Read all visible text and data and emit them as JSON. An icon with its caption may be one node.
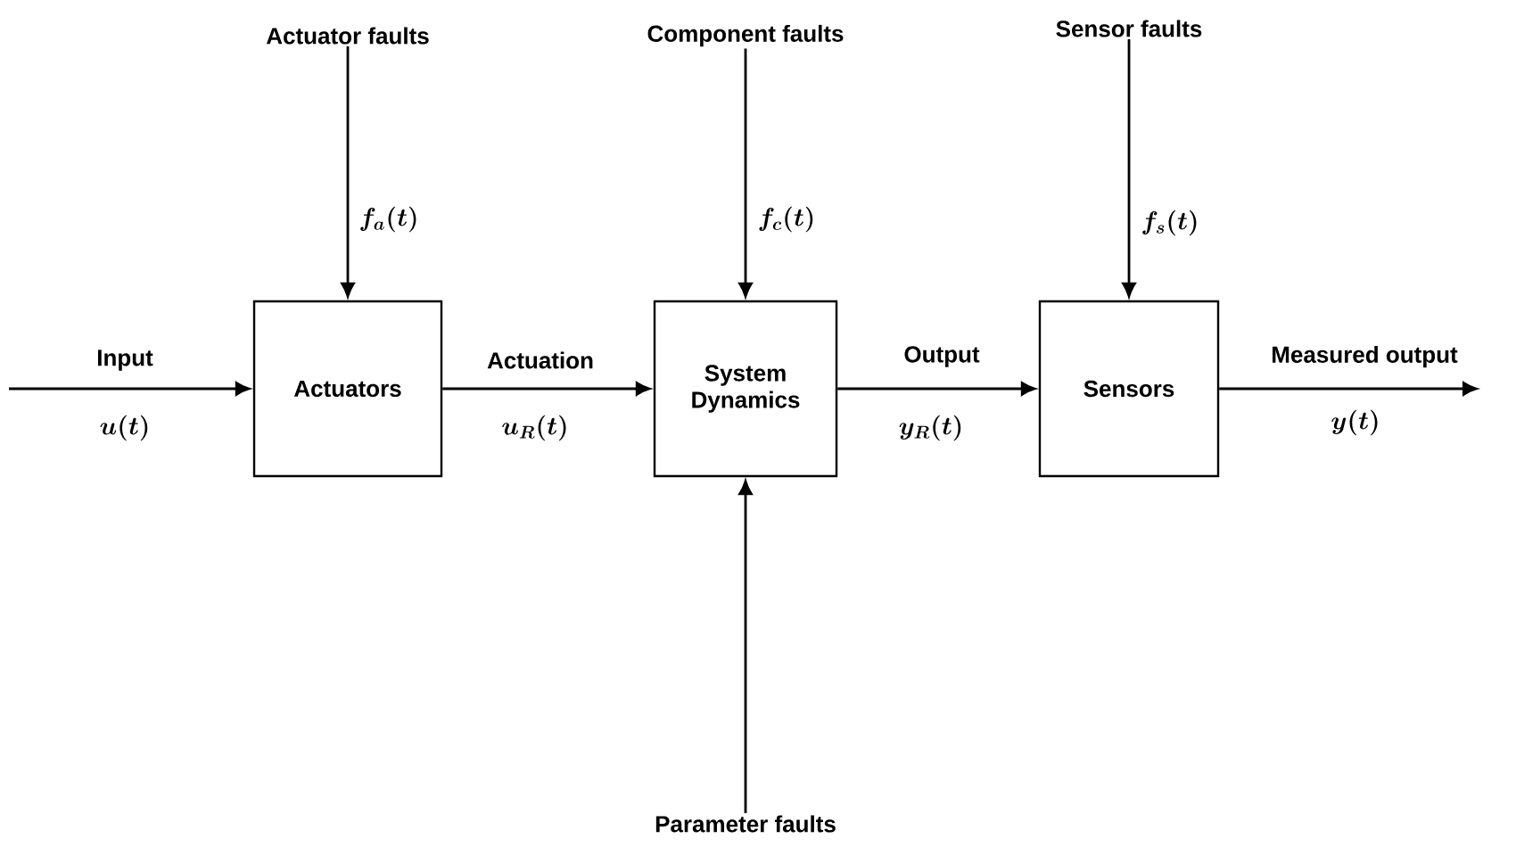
{
  "diagram": {
    "nodes": [
      {
        "text": [
          "Actuator faults"
        ]
      },
      {
        "text": [
          "Component faults"
        ]
      },
      {
        "text": [
          "Sensor faults"
        ]
      },
      {
        "text": [
          "Actuators"
        ]
      },
      {
        "text": [
          "System Dynamics"
        ]
      },
      {
        "text": [
          "Sensors"
        ]
      },
      {
        "text": [
          "Parameter faults"
        ]
      }
    ],
    "edges": [
      {
        "from": 0,
        "to": 3,
        "arrow": "to"
      },
      {
        "from": 1,
        "to": 4,
        "arrow": "to"
      },
      {
        "from": 2,
        "to": 5,
        "arrow": "to"
      },
      {
        "from": null,
        "to": 3,
        "arrow": "to",
        "label": "Input"
      },
      {
        "from": 3,
        "to": 4,
        "arrow": "to",
        "label": "Actuation"
      },
      {
        "from": 4,
        "to": 5,
        "arrow": "to",
        "label": "Output"
      },
      {
        "from": 5,
        "to": null,
        "arrow": "to",
        "label": "Measured output"
      },
      {
        "from": 6,
        "to": 4,
        "arrow": "to"
      }
    ],
    "labels": [
      "f_a(t)",
      "f_c(t)",
      "f_s(t)",
      "u(t)",
      "u_R(t)",
      "y_R(t)",
      "y(t)"
    ]
  }
}
